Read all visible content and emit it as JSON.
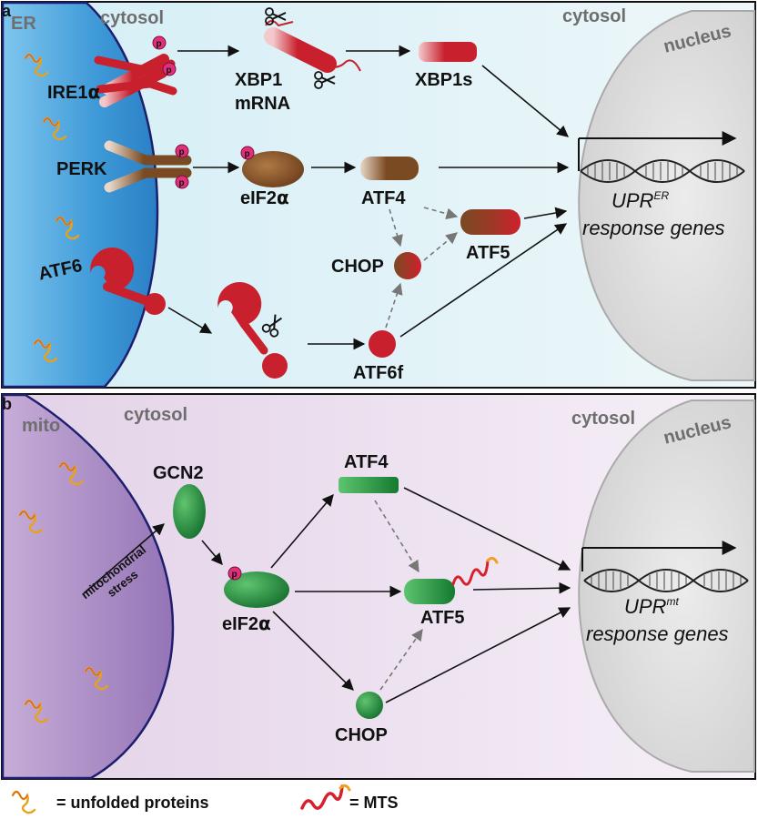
{
  "panel_a": {
    "label": "a",
    "organelle": "ER",
    "cytosol_left": "cytosol",
    "cytosol_right": "cytosol",
    "nucleus": "nucleus",
    "sensors": {
      "ire1": "IRE1",
      "alpha": "α",
      "perk": "PERK",
      "atf6": "ATF6"
    },
    "p": "p",
    "xbp1": [
      "XBP1",
      "mRNA"
    ],
    "xbp1s": "XBP1s",
    "eif2a": "eIF2",
    "atf4": "ATF4",
    "atf5": "ATF5",
    "chop": "CHOP",
    "atf6f": "ATF6f",
    "genes_main": "UPR",
    "genes_sup": "ER",
    "genes_sub": "response genes"
  },
  "panel_b": {
    "label": "b",
    "organelle": "mito",
    "cytosol_left": "cytosol",
    "cytosol_right": "cytosol",
    "nucleus": "nucleus",
    "gcn2": "GCN2",
    "stress": [
      "mitochondrial",
      "stress"
    ],
    "p": "p",
    "eif2a": "eIF2",
    "alpha": "α",
    "atf4": "ATF4",
    "atf5": "ATF5",
    "chop": "CHOP",
    "genes_main": "UPR",
    "genes_sup": "mt",
    "genes_sub": "response genes"
  },
  "legend": {
    "unfolded": "= unfolded proteins",
    "mts": "= MTS"
  },
  "colors": {
    "red": "#c8202c",
    "brown": "#7a4a22",
    "green": "#1f8a3a",
    "phospho": "#e0307a",
    "er": "#3f9ad8",
    "mito": "#9a78b8",
    "nucleus": "#dcdcdc"
  }
}
